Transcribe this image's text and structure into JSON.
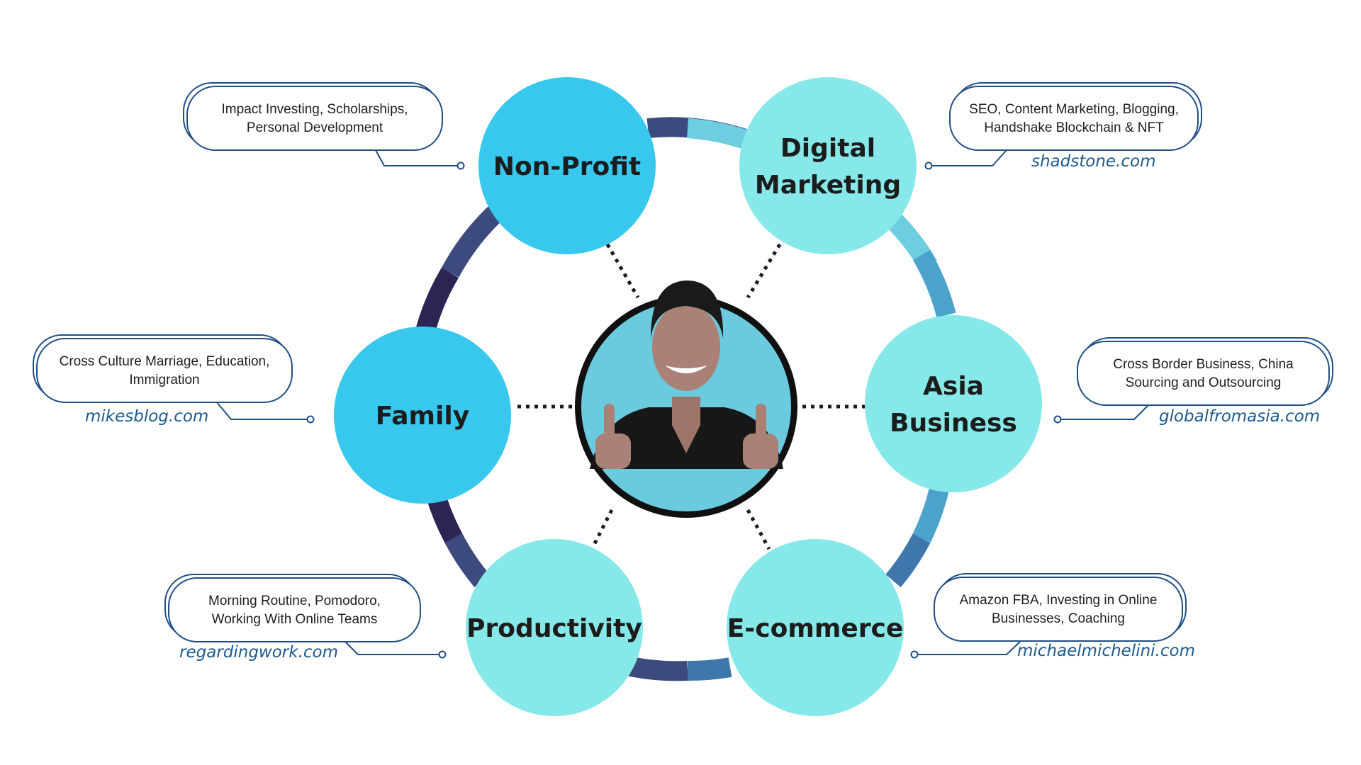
{
  "center": {
    "icon": "person-thumbs-up-avatar"
  },
  "colors": {
    "dark_node": "#38c8ee",
    "light_node": "#86e8e8",
    "callout_stroke": "#1f4e86",
    "link_text": "#1d5a8e",
    "ring_segments": [
      "#3c4a7e",
      "#6fcde0",
      "#4ba3cb",
      "#3f77aa",
      "#2c2452"
    ]
  },
  "nodes": [
    {
      "id": "non-profit",
      "label_lines": [
        "Non-Profit"
      ],
      "callout_lines": [
        "Impact Investing, Scholarships,",
        "Personal Development"
      ],
      "link": ""
    },
    {
      "id": "digital-marketing",
      "label_lines": [
        "Digital",
        "Marketing"
      ],
      "callout_lines": [
        "SEO, Content Marketing, Blogging,",
        "Handshake Blockchain & NFT"
      ],
      "link": "shadstone.com"
    },
    {
      "id": "asia-business",
      "label_lines": [
        "Asia",
        "Business"
      ],
      "callout_lines": [
        "Cross Border Business, China",
        "Sourcing and Outsourcing"
      ],
      "link": "globalfromasia.com"
    },
    {
      "id": "e-commerce",
      "label_lines": [
        "E-commerce"
      ],
      "callout_lines": [
        "Amazon FBA, Investing in Online",
        "Businesses, Coaching"
      ],
      "link": "michaelmichelini.com"
    },
    {
      "id": "productivity",
      "label_lines": [
        "Productivity"
      ],
      "callout_lines": [
        "Morning Routine, Pomodoro,",
        "Working With Online Teams"
      ],
      "link": "regardingwork.com"
    },
    {
      "id": "family",
      "label_lines": [
        "Family"
      ],
      "callout_lines": [
        "Cross Culture Marriage,  Education,",
        "Immigration"
      ],
      "link": "mikesblog.com"
    }
  ]
}
